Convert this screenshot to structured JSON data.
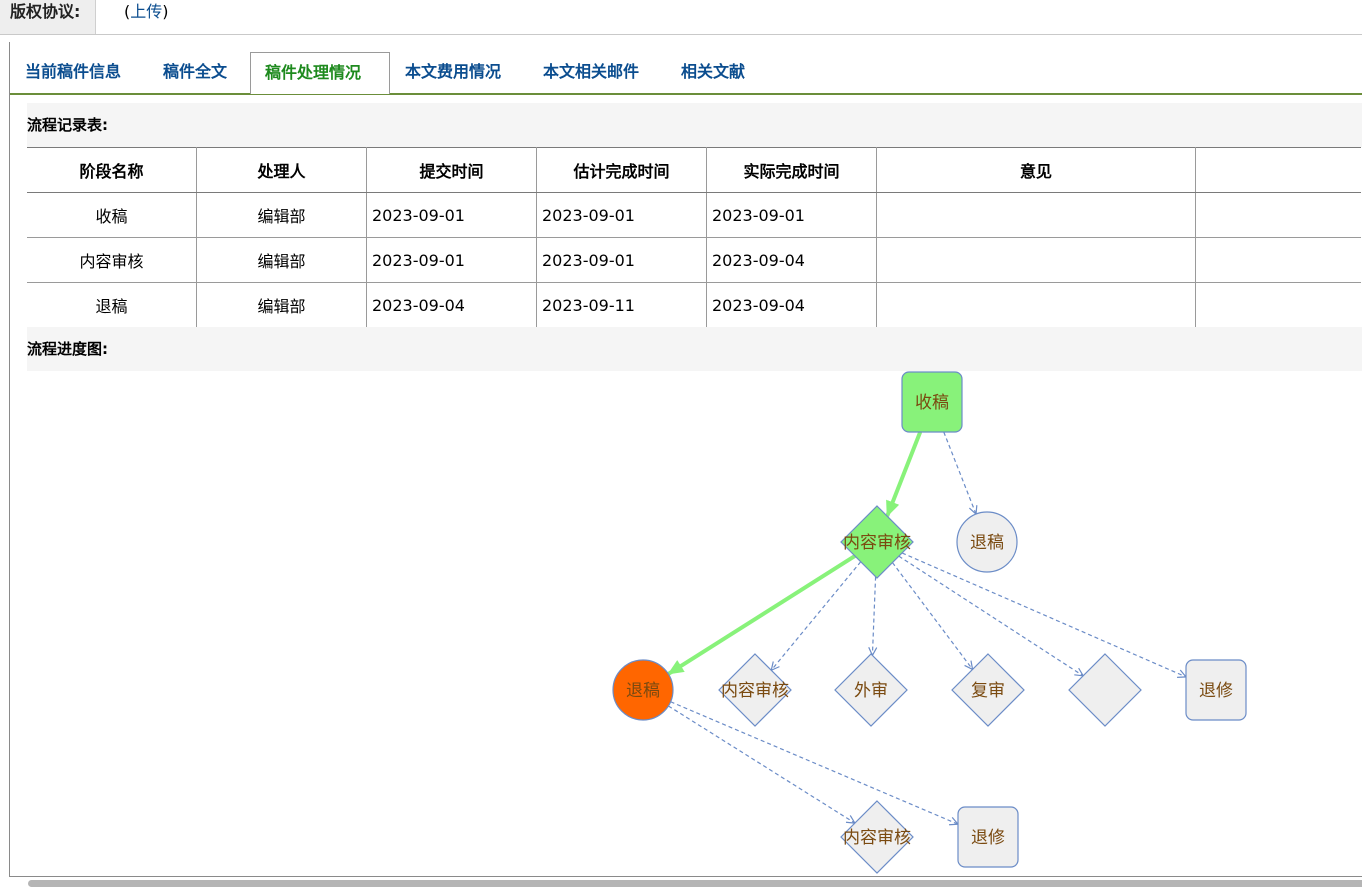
{
  "header": {
    "label": "版权协议:",
    "value_prefix": "(",
    "value_link": "上传",
    "value_suffix": ")"
  },
  "tabs": [
    {
      "label": "当前稿件信息",
      "active": false
    },
    {
      "label": "稿件全文",
      "active": false
    },
    {
      "label": "稿件处理情况",
      "active": true
    },
    {
      "label": "本文费用情况",
      "active": false
    },
    {
      "label": "本文相关邮件",
      "active": false
    },
    {
      "label": "相关文献",
      "active": false
    }
  ],
  "records": {
    "title": "流程记录表:",
    "columns": [
      "阶段名称",
      "处理人",
      "提交时间",
      "估计完成时间",
      "实际完成时间",
      "意见",
      ""
    ],
    "rows": [
      [
        "收稿",
        "编辑部",
        "2023-09-01",
        "2023-09-01",
        "2023-09-01",
        "",
        ""
      ],
      [
        "内容审核",
        "编辑部",
        "2023-09-01",
        "2023-09-01",
        "2023-09-04",
        "",
        ""
      ],
      [
        "退稿",
        "编辑部",
        "2023-09-04",
        "2023-09-11",
        "2023-09-04",
        "",
        ""
      ]
    ]
  },
  "diagram": {
    "title": "流程进度图:",
    "colors": {
      "done": "#88f27a",
      "current": "#ff6600",
      "pending": "#efefef",
      "stroke": "#6b8cc7",
      "text": "#7a4a10",
      "path": "#88f27a"
    },
    "nodes": [
      {
        "id": "n1",
        "label": "收稿",
        "shape": "rounded-square",
        "state": "done"
      },
      {
        "id": "n2",
        "label": "退稿",
        "shape": "circle",
        "state": "pending"
      },
      {
        "id": "n3",
        "label": "内容审核",
        "shape": "diamond",
        "state": "done"
      },
      {
        "id": "n4",
        "label": "退稿",
        "shape": "circle",
        "state": "current"
      },
      {
        "id": "n5",
        "label": "内容审核",
        "shape": "diamond",
        "state": "pending"
      },
      {
        "id": "n6",
        "label": "外审",
        "shape": "diamond",
        "state": "pending"
      },
      {
        "id": "n7",
        "label": "复审",
        "shape": "diamond",
        "state": "pending"
      },
      {
        "id": "n8",
        "label": "",
        "shape": "diamond",
        "state": "pending"
      },
      {
        "id": "n9",
        "label": "退修",
        "shape": "rounded-square",
        "state": "pending"
      },
      {
        "id": "n10",
        "label": "内容审核",
        "shape": "diamond",
        "state": "pending"
      },
      {
        "id": "n11",
        "label": "退修",
        "shape": "rounded-square",
        "state": "pending"
      }
    ],
    "edges": [
      {
        "from": "n1",
        "to": "n3",
        "taken": true
      },
      {
        "from": "n1",
        "to": "n2",
        "taken": false
      },
      {
        "from": "n3",
        "to": "n4",
        "taken": true
      },
      {
        "from": "n3",
        "to": "n5",
        "taken": false
      },
      {
        "from": "n3",
        "to": "n6",
        "taken": false
      },
      {
        "from": "n3",
        "to": "n7",
        "taken": false
      },
      {
        "from": "n3",
        "to": "n8",
        "taken": false
      },
      {
        "from": "n3",
        "to": "n9",
        "taken": false
      },
      {
        "from": "n4",
        "to": "n10",
        "taken": false
      },
      {
        "from": "n4",
        "to": "n11",
        "taken": false
      }
    ]
  }
}
